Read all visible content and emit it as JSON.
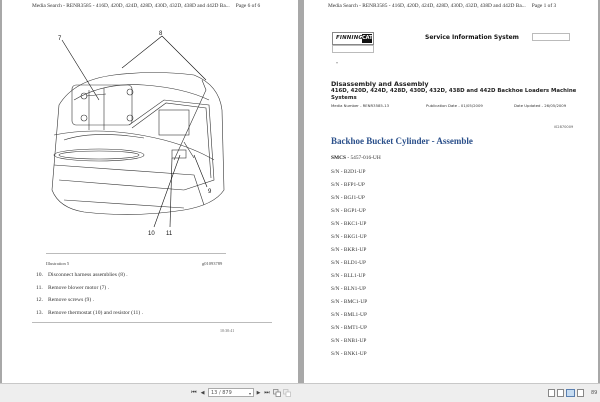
{
  "left_page": {
    "header": "Media Search - RENR3585 - 416D, 420D, 424D, 428D, 430D, 432D, 438D and 442D Ba...",
    "page_label": "Page 6 of 6",
    "illustration": {
      "callouts": [
        "7",
        "8",
        "9",
        "10",
        "11"
      ],
      "caption": "Illustration 5",
      "graphic_id": "g01093789"
    },
    "steps": [
      {
        "num": "10.",
        "text": "Disconnect harness assemblies (8) ."
      },
      {
        "num": "11.",
        "text": "Remove blower motor (7) ."
      },
      {
        "num": "12.",
        "text": "Remove screws (9) ."
      },
      {
        "num": "13.",
        "text": "Remove thermostat (10) and resistor (11) ."
      }
    ],
    "footer_time": "10:30:41"
  },
  "right_page": {
    "header": "Media Search - RENR3585 - 416D, 420D, 424D, 428D, 430D, 432D, 438D and 442D Ba...",
    "page_label": "Page 1 of 3",
    "logo": {
      "finning": "FINNING",
      "cat": "CAT"
    },
    "system_title": "Service Information System",
    "marker": "*",
    "doc_title": "Disassembly and Assembly",
    "doc_subtitle": "416D, 420D, 424D, 428D, 430D, 432D, 438D and 442D Backhoe Loaders Machine Systems",
    "media_number": "Media Number - RENR3585-13",
    "publication_date": "Publication Date - 01/05/2009",
    "date_updated": "Date Updated - 26/05/2009",
    "doc_id": "i02870009",
    "procedure_title": "Backhoe Bucket Cylinder - Assemble",
    "smcs_label": "SMCS",
    "smcs_value": " - 5457-016-UH",
    "serial_numbers": [
      "S/N - B2D1-UP",
      "S/N - BFP1-UP",
      "S/N - BGJ1-UP",
      "S/N - BGP1-UP",
      "S/N - BKC1-UP",
      "S/N - BKG1-UP",
      "S/N - BKR1-UP",
      "S/N - BLD1-UP",
      "S/N - BLL1-UP",
      "S/N - BLN1-UP",
      "S/N - BMC1-UP",
      "S/N - BML1-UP",
      "S/N - BMT1-UP",
      "S/N - BNB1-UP",
      "S/N - BNK1-UP"
    ]
  },
  "toolbar": {
    "first_page_icon": "⏮",
    "prev_page_icon": "◀",
    "page_field": "13 / 879",
    "dropdown_icon": "▾",
    "next_page_icon": "▶",
    "last_page_icon": "⏭",
    "zoom_level": "89",
    "colors": {
      "active_view": "#c6dcf2",
      "title_blue": "#2a4f8a"
    }
  }
}
